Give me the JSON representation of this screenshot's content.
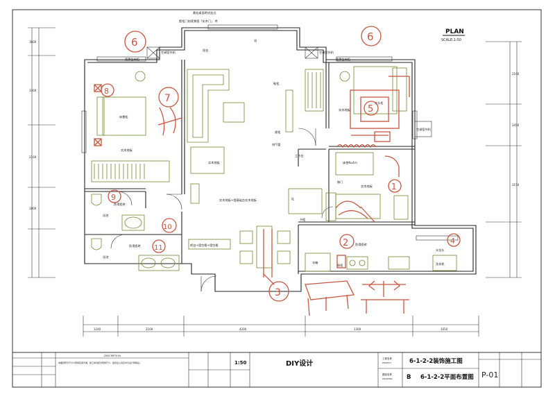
{
  "plan_title": "PLAN",
  "plan_scale": "SCALE:1:50",
  "room_labels": {
    "top_note_1": "悬挂桌面明式挂式",
    "top_note_2": "壁柜门前背景墙「实木门」 件",
    "balcony": "阳台",
    "bathroom_box": "浴",
    "tv_cabinet_left": "观景台床柜",
    "tv_cabinet_right": "观景台床柜",
    "ac_left": "空调室外机",
    "ac_right": "空调室外机",
    "ac_east": "空调室外机",
    "master_bed": "床靠柜",
    "floor_left": "实木地板",
    "bed_right": "床头柜",
    "floor_right": "实木地板",
    "shoe": "鞋柜",
    "tv": "视柜",
    "shower_pipe": "排气管",
    "study_floor": "实木地板",
    "sliding": "移门",
    "study_bed": "床垫Nu4m",
    "corridor": "实木地板+墙基础台实木地板",
    "toilet_1": "防滑瓷砖",
    "toilet_2": "防滑瓷砖",
    "basin_1": "浴池",
    "basin_2": "浴池",
    "counter": "吧台+墙空格+墙空格",
    "bookshelf": "书柜",
    "kitchen": "防滑瓷砖",
    "fridge": "冰箱",
    "water_heater": "水龙头",
    "washer": "洗衣机",
    "stove": "灶",
    "sink_cabinet": "厨柜",
    "work": "工作台",
    "hall_floor": "实木地板"
  },
  "dimensions": {
    "bottom": [
      "1240",
      "2100",
      "4200",
      "1300",
      "1050"
    ],
    "left": [
      "3600",
      "3300",
      "2100",
      "1800"
    ],
    "right": [
      "2100",
      "3450",
      "3150"
    ]
  },
  "annotations": [
    "6",
    "6",
    "7",
    "8",
    "5",
    "1",
    "2",
    "3",
    "4",
    "9",
    "10",
    "11"
  ],
  "title_block": {
    "diy": "DIY设计",
    "scale": "1:50",
    "project_label": "工程名称",
    "project_en": "PROJECT",
    "drawing_label": "图纸名称",
    "drawing_en": "DRAWING",
    "project_name": "6-1-2-2装饰施工图",
    "drawing_prefix": "B",
    "drawing_name": "6-1-2-2平面布置图",
    "sheet_no": "P-01",
    "desc_head": "DESCRIPTION",
    "notes": "本图纸所示尺寸以现场实测为准，施工前请核对现场尺寸，如有出入请及时与设计师联系。"
  }
}
